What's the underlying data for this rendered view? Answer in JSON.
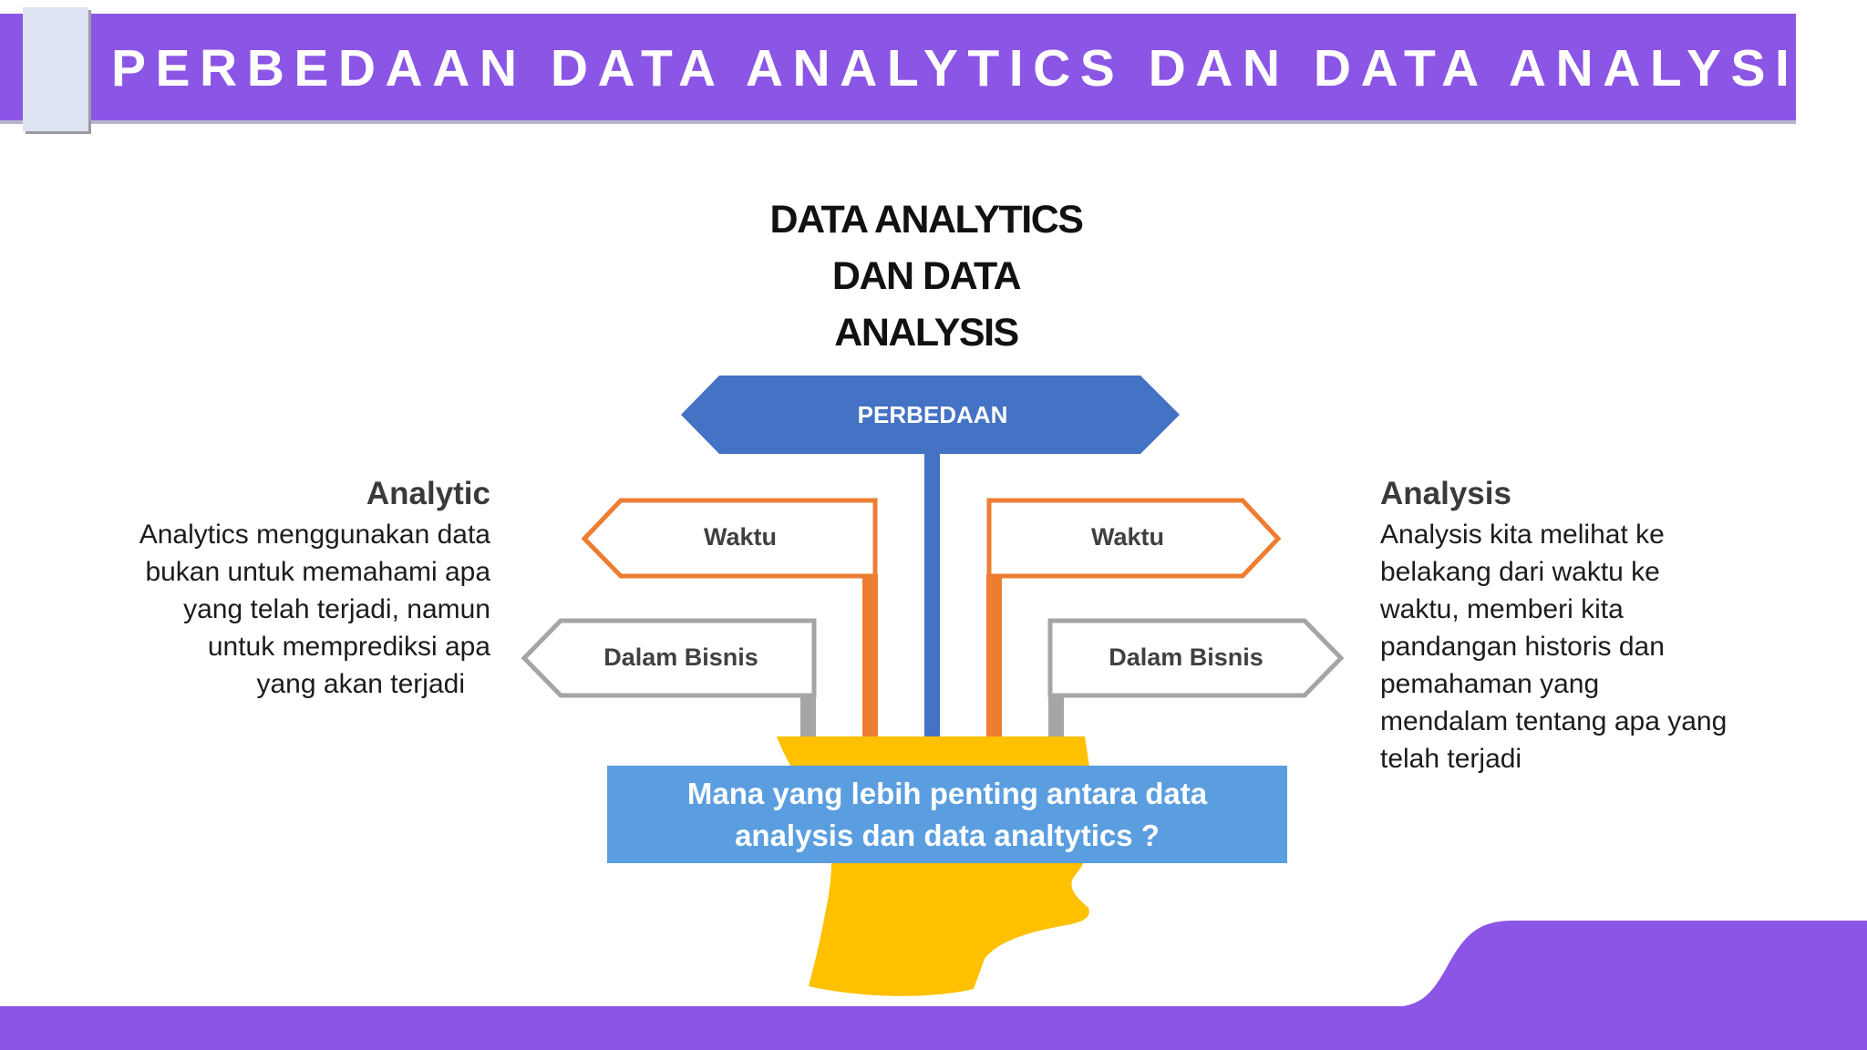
{
  "header": {
    "title": "PERBEDAAN DATA ANALYTICS DAN DATA ANALYSIS"
  },
  "center_title": {
    "lines": [
      "DATA ANALYTICS",
      "DAN DATA",
      "ANALYSIS"
    ]
  },
  "signpost": {
    "top_sign": "PERBEDAAN",
    "left_upper": "Waktu",
    "left_lower": "Dalam Bisnis",
    "right_upper": "Waktu",
    "right_lower": "Dalam Bisnis"
  },
  "left_panel": {
    "title": "Analytic",
    "lines": [
      "Analytics menggunakan data",
      "bukan untuk memahami apa",
      "yang telah terjadi, namun",
      "untuk memprediksi apa",
      "yang akan terjadi"
    ]
  },
  "right_panel": {
    "title": "Analysis",
    "lines": [
      "Analysis kita melihat ke",
      "belakang dari waktu ke",
      "waktu, memberi kita",
      "pandangan historis dan",
      "pemahaman yang",
      "mendalam tentang apa yang",
      "telah terjadi"
    ]
  },
  "question": {
    "lines": [
      "Mana yang lebih penting antara data",
      "analysis dan data analtytics ?"
    ]
  },
  "colors": {
    "purple": "#8b55e5",
    "blue_sign": "#4472c4",
    "orange_sign": "#ed7d31",
    "gray_sign": "#a5a5a5",
    "head": "#ffc000",
    "question_box": "#5a9ee0"
  }
}
